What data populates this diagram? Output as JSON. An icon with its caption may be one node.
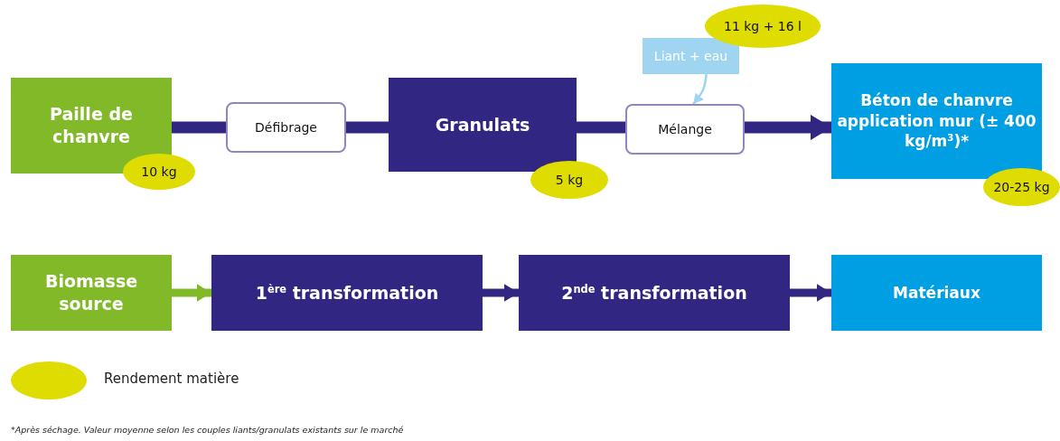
{
  "diagram": {
    "caption": "*Après séchage. Valeur moyenne selon les couples liants/granulats existants sur le marché",
    "nodes": [
      {
        "text": [
          "Paille de chanvre"
        ]
      },
      {
        "text": [
          "10 kg"
        ]
      },
      {
        "text": [
          "Défibrage"
        ]
      },
      {
        "text": [
          "Granulats"
        ]
      },
      {
        "text": [
          "5 kg"
        ]
      },
      {
        "text": [
          "11 kg + 16 l"
        ]
      },
      {
        "text": [
          "Liant + eau"
        ]
      },
      {
        "text": [
          "Mélange"
        ]
      },
      {
        "text": [
          "Béton de chanvre application mur (± 400 kg/m$^{3}$)*"
        ]
      },
      {
        "text": [
          "20-25 kg"
        ]
      },
      {
        "text": [
          "Biomasse source"
        ]
      },
      {
        "text": [
          "1$^{ère}$ transformation"
        ]
      },
      {
        "text": [
          "2$^{nde}$ transformation"
        ]
      },
      {
        "text": [
          "Matériaux"
        ]
      }
    ],
    "edges": [
      {
        "from": 0,
        "to": 2,
        "arrow": "none"
      },
      {
        "from": 2,
        "to": 3,
        "arrow": "none"
      },
      {
        "from": 3,
        "to": 7,
        "arrow": "none"
      },
      {
        "from": 7,
        "to": 8,
        "arrow": "to"
      },
      {
        "from": 6,
        "to": 7,
        "arrow": "to",
        "color": "#9fd5f1"
      },
      {
        "from": 10,
        "to": 11,
        "arrow": "to",
        "color": "#82b928"
      },
      {
        "from": 11,
        "to": 12,
        "arrow": "to"
      },
      {
        "from": 12,
        "to": 13,
        "arrow": "to"
      }
    ],
    "legend": [
      {
        "text": "Rendement matière",
        "color": "#dedc00"
      }
    ]
  }
}
